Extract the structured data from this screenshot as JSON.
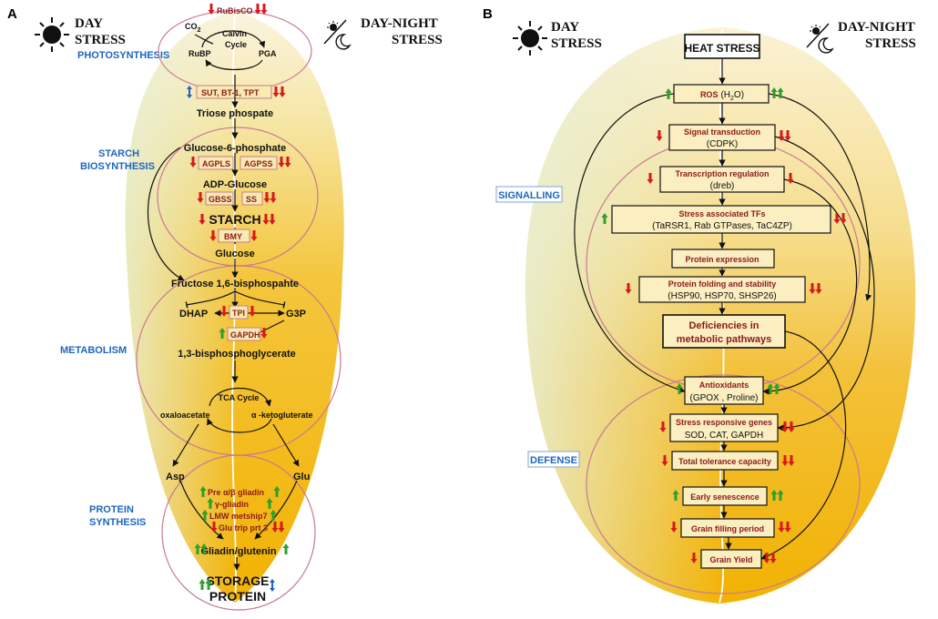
{
  "panel_a": {
    "letter": "A",
    "day_line1": "DAY",
    "day_line2": "STRESS",
    "dn_line1": "DAY-NIGHT",
    "dn_line2": "STRESS",
    "sections": [
      "PHOTOSYNTHESIS",
      "STARCH",
      "BIOSYNTHESIS",
      "METABOLISM",
      "PROTEIN",
      "SYNTHESIS"
    ],
    "calvin": {
      "enzyme": "RuBisCO",
      "co2": "CO",
      "co2_sub": "2",
      "rubp": "RuBP",
      "cycle_1": "Calvin",
      "cycle_2": "Cycle",
      "pga": "PGA"
    },
    "transporters": "SUT, BT-1, TPT",
    "triose": "Triose phospate",
    "g6p": "Glucose-6-phosphate",
    "agpls": "AGPLS",
    "agpss": "AGPSS",
    "adpg": "ADP-Glucose",
    "gbss": "GBSS",
    "ss": "SS",
    "starch": "STARCH",
    "bmy": "BMY",
    "glucose": "Glucose",
    "f16bp": "Fructose 1,6-bisphospahte",
    "dhap": "DHAP",
    "tpi": "TPI",
    "g3p": "G3P",
    "gapdh": "GAPDH",
    "bpg": "1,3-bisphosphoglycerate",
    "tca": "TCA Cycle",
    "oaa": "oxaloacetate",
    "akg": "α -ketogluterate",
    "asp": "Asp",
    "glu": "Glu",
    "genes": [
      "Pre α/β gliadin",
      "γ-gliadin",
      "LMW metship7",
      "Glu trip prt 3"
    ],
    "gliadin": "Gliadin/glutenin",
    "storage_1": "STORAGE",
    "storage_2": "PROTEIN"
  },
  "panel_b": {
    "letter": "B",
    "day_line1": "DAY",
    "day_line2": "STRESS",
    "dn_line1": "DAY-NIGHT",
    "dn_line2": "STRESS",
    "signalling": "SIGNALLING",
    "defense": "DEFENSE",
    "heat": "HEAT STRESS",
    "ros_a": "ROS",
    "ros_b": "(H",
    "ros_sub": "2",
    "ros_c": "O",
    "ros_d": ")",
    "sig_1": "Signal transduction",
    "sig_2": "(CDPK)",
    "tr_1": "Transcription regulation",
    "tr_2": "(dreb)",
    "tf_1": "Stress associated TFs",
    "tf_2": "(TaRSR1, Rab GTPases, TaC4ZP)",
    "pe": "Protein expression",
    "pf_1": "Protein folding and stability",
    "pf_2": "(HSP90, HSP70, SHSP26)",
    "def_1": "Deficiencies in",
    "def_2": "metabolic pathways",
    "ant_1": "Antioxidants",
    "ant_2": "(GPOX , Proline)",
    "srg_1": "Stress responsive genes",
    "srg_2": "SOD, CAT, GAPDH",
    "ttc": "Total tolerance capacity",
    "es": "Early senescence",
    "gfp": "Grain filling period",
    "gy": "Grain Yield"
  },
  "colors": {
    "down": "#d7191c",
    "up": "#2ca02c",
    "mixed": "#1f5fbf",
    "section": "#1e66c1",
    "enzyme": "#8b1a1a"
  }
}
